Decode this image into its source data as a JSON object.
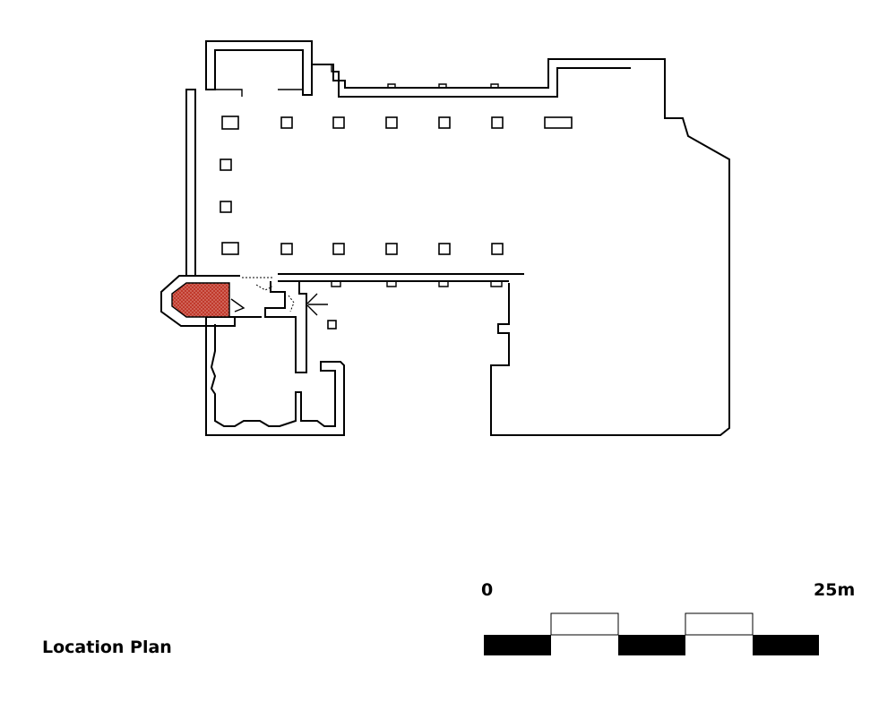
{
  "diagram": {
    "title": "Location Plan",
    "highlight_color": "#c0392b",
    "line_color": "#000000",
    "background_color": "#ffffff"
  },
  "scale_bar": {
    "start_label": "0",
    "end_label": "25m",
    "segments": 5,
    "fill_color": "#000000"
  }
}
